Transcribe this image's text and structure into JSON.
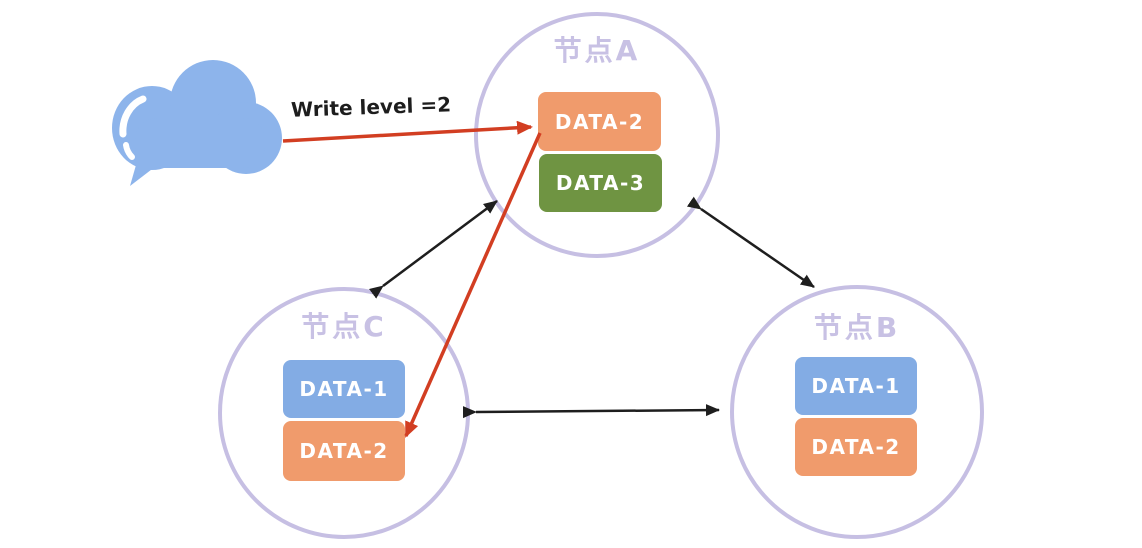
{
  "diagram": {
    "cloud": {
      "icon": "cloud-client-icon",
      "color": "#8DB4EB"
    },
    "write_arrow": {
      "label": "Write level =2",
      "color": "#D23E22"
    },
    "nodes": [
      {
        "id": "A",
        "title": "节点A",
        "items": [
          {
            "label": "DATA-2",
            "color": "#F09B6C"
          },
          {
            "label": "DATA-3",
            "color": "#6F9442"
          }
        ]
      },
      {
        "id": "C",
        "title": "节点C",
        "items": [
          {
            "label": "DATA-1",
            "color": "#83ACE4"
          },
          {
            "label": "DATA-2",
            "color": "#F09B6C"
          }
        ]
      },
      {
        "id": "B",
        "title": "节点B",
        "items": [
          {
            "label": "DATA-1",
            "color": "#83ACE4"
          },
          {
            "label": "DATA-2",
            "color": "#F09B6C"
          }
        ]
      }
    ],
    "connections": [
      {
        "from": "client-cloud",
        "to": "节点A DATA-2",
        "type": "directed",
        "color": "#D23E22",
        "label": "Write level =2"
      },
      {
        "from": "节点A DATA-2",
        "to": "节点C DATA-2",
        "type": "directed",
        "color": "#D23E22",
        "label": ""
      },
      {
        "from": "节点A",
        "to": "节点C",
        "type": "bidirectional",
        "color": "#1E1E1E",
        "label": ""
      },
      {
        "from": "节点A",
        "to": "节点B",
        "type": "bidirectional",
        "color": "#1E1E1E",
        "label": ""
      },
      {
        "from": "节点C",
        "to": "节点B",
        "type": "bidirectional",
        "color": "#1E1E1E",
        "label": ""
      }
    ],
    "colors": {
      "node_border": "#C6BFE3",
      "node_title": "#C8C1E4",
      "data_orange": "#F09B6C",
      "data_green": "#6F9442",
      "data_blue": "#83ACE4",
      "arrow_red": "#D23E22",
      "arrow_black": "#1E1E1E",
      "cloud_blue": "#8DB4EB",
      "label_text": "#FFFFFF",
      "background": "#FFFFFF"
    }
  }
}
